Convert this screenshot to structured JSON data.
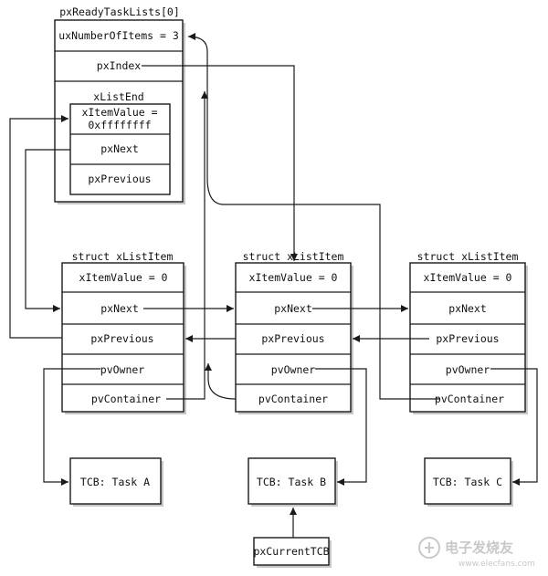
{
  "ready_list": {
    "title": "pxReadyTaskLists[0]",
    "number_of_items": "uxNumberOfItems = 3",
    "index": "pxIndex",
    "list_end": {
      "title": "xListEnd",
      "item_value_line1": "xItemValue =",
      "item_value_line2": "0xffffffff",
      "next": "pxNext",
      "previous": "pxPrevious"
    }
  },
  "list_items": [
    {
      "title": "struct xListItem",
      "item_value": "xItemValue = 0",
      "next": "pxNext",
      "previous": "pxPrevious",
      "owner": "pvOwner",
      "container": "pvContainer"
    },
    {
      "title": "struct xListItem",
      "item_value": "xItemValue = 0",
      "next": "pxNext",
      "previous": "pxPrevious",
      "owner": "pvOwner",
      "container": "pvContainer"
    },
    {
      "title": "struct xListItem",
      "item_value": "xItemValue = 0",
      "next": "pxNext",
      "previous": "pxPrevious",
      "owner": "pvOwner",
      "container": "pvContainer"
    }
  ],
  "tasks": [
    {
      "label": "TCB: Task A"
    },
    {
      "label": "TCB: Task B"
    },
    {
      "label": "TCB: Task C"
    }
  ],
  "current_tcb": {
    "label": "pxCurrentTCB"
  },
  "watermark": {
    "text": "电子发烧友",
    "sub": "www.elecfans.com"
  }
}
